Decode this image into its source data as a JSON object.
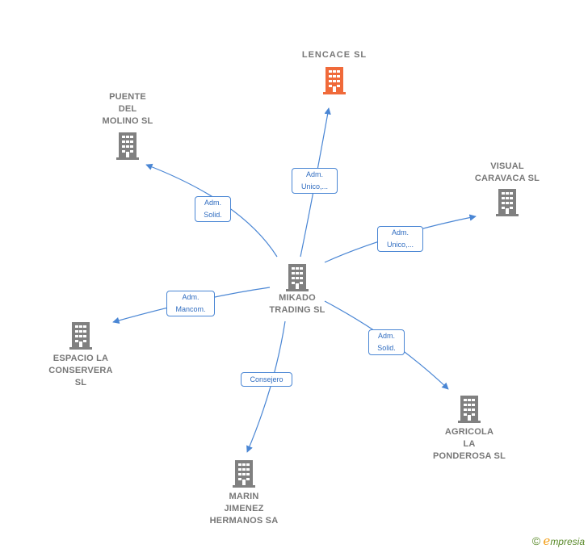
{
  "colors": {
    "edge": "#4a86d4",
    "building": "#808080",
    "building_highlight": "#f06a3a",
    "label": "#777777"
  },
  "icons": {
    "company": "building-icon"
  },
  "center": {
    "label": "MIKADO\nTRADING SL"
  },
  "nodes": {
    "lencace": {
      "label": "LENCACE  SL"
    },
    "puente": {
      "label": "PUENTE\nDEL\nMOLINO SL"
    },
    "visual": {
      "label": "VISUAL\nCARAVACA SL"
    },
    "espacio": {
      "label": "ESPACIO LA\nCONSERVERA\nSL"
    },
    "agricola": {
      "label": "AGRICOLA\nLA\nPONDEROSA SL"
    },
    "marin": {
      "label": "MARIN\nJIMENEZ\nHERMANOS SA"
    }
  },
  "relations": {
    "lencace": "Adm.\nUnico,...",
    "puente": "Adm.\nSolid.",
    "visual": "Adm.\nUnico,...",
    "espacio": "Adm.\nMancom.",
    "agricola": "Adm.\nSolid.",
    "marin": "Consejero"
  },
  "footer": {
    "copyright": "©",
    "brand_initial": "e",
    "brand_rest": "mpresia"
  }
}
